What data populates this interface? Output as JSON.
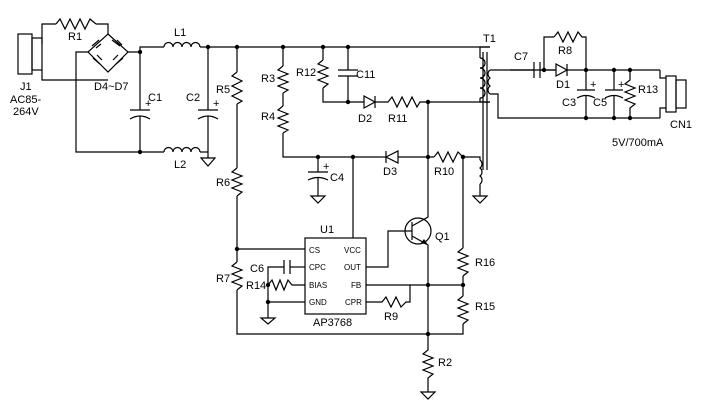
{
  "labels": {
    "J1": "J1",
    "ac_range_1": "AC85-",
    "ac_range_2": "264V",
    "R1": "R1",
    "bridge": "D4~D7",
    "L1": "L1",
    "L2": "L2",
    "C1": "C1",
    "C2": "C2",
    "R5": "R5",
    "R6": "R6",
    "R7": "R7",
    "R3": "R3",
    "R4": "R4",
    "R12": "R12",
    "C11": "C11",
    "D2": "D2",
    "R11": "R11",
    "D3": "D3",
    "R10": "R10",
    "C4": "C4",
    "T1": "T1",
    "C7": "C7",
    "R8": "R8",
    "D1": "D1",
    "C3": "C3",
    "C5": "C5",
    "R13": "R13",
    "CN1": "CN1",
    "output_rating": "5V/700mA",
    "U1": "U1",
    "ic_part": "AP3768",
    "Q1": "Q1",
    "C6": "C6",
    "R14": "R14",
    "R9": "R9",
    "R16": "R16",
    "R15": "R15",
    "R2": "R2"
  },
  "ic_pins": {
    "cs": "CS",
    "cpc": "CPC",
    "bias": "BIAS",
    "gnd": "GND",
    "vcc": "VCC",
    "out": "OUT",
    "fb": "FB",
    "cpr": "CPR"
  },
  "polarity": {
    "plus": "+"
  }
}
